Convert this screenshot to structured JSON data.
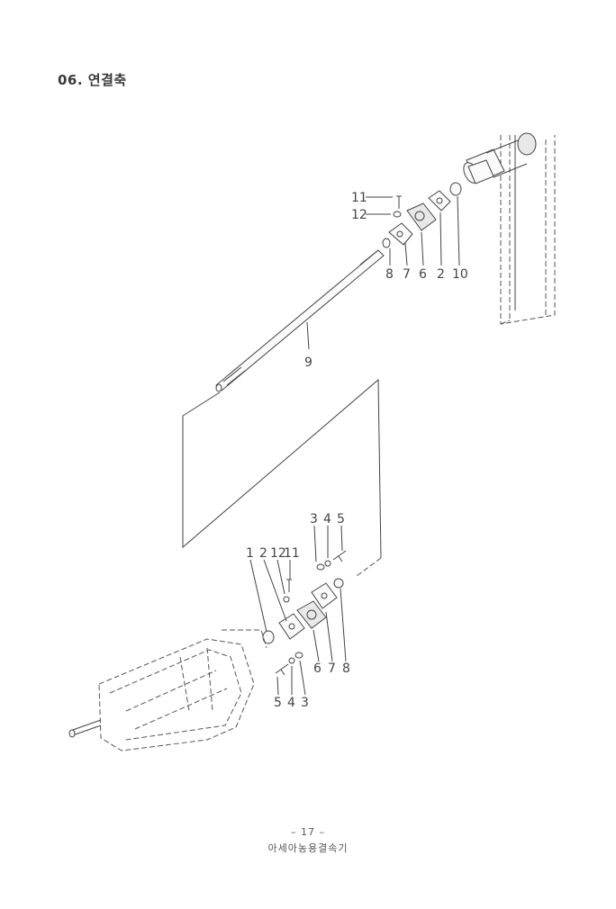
{
  "page_title": "06. 연결축",
  "footer": {
    "page_number": "– 17 –",
    "text": "아세아농용결속기"
  },
  "callouts": {
    "top": {
      "c11": "11",
      "c12": "12",
      "c8": "8",
      "c7": "7",
      "c6": "6",
      "c2": "2",
      "c10": "10"
    },
    "shaft": {
      "c9": "9"
    },
    "bottom": {
      "c3a": "3",
      "c4a": "4",
      "c5a": "5",
      "c1": "1",
      "c2": "2",
      "c12": "12",
      "c11": "11",
      "c6": "6",
      "c7": "7",
      "c8": "8",
      "c5b": "5",
      "c4b": "4",
      "c3b": "3"
    }
  }
}
